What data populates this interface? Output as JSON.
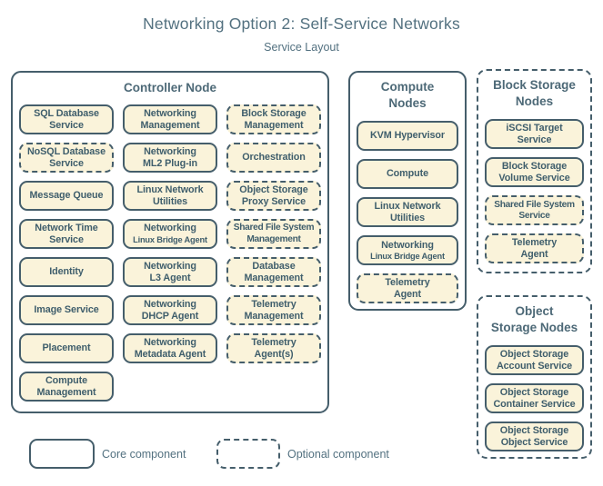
{
  "page": {
    "title": "Networking Option 2: Self-Service Networks",
    "subtitle": "Service Layout"
  },
  "colors": {
    "fill": "#FAF3DA",
    "line": "#455E6B",
    "text": "#3F5E6C",
    "grouptitle": "#4D6977",
    "heading": "#537180"
  },
  "groups": {
    "controller": {
      "title": "Controller Node",
      "type": "core",
      "columns": [
        [
          {
            "label": "SQL Database\nService",
            "type": "core"
          },
          {
            "label": "NoSQL Database\nService",
            "type": "optional"
          },
          {
            "label": "Message Queue",
            "type": "core"
          },
          {
            "label": "Network Time\nService",
            "type": "core"
          },
          {
            "label": "Identity",
            "type": "core"
          },
          {
            "label": "Image Service",
            "type": "core"
          },
          {
            "label": "Placement",
            "type": "core"
          },
          {
            "label": "Compute\nManagement",
            "type": "core"
          }
        ],
        [
          {
            "label": "Networking\nManagement",
            "type": "core"
          },
          {
            "label": "Networking\nML2 Plug-in",
            "type": "core"
          },
          {
            "label": "Linux Network\nUtilities",
            "type": "core"
          },
          {
            "label": "Networking",
            "sublabel": "Linux Bridge Agent",
            "type": "core"
          },
          {
            "label": "Networking\nL3 Agent",
            "type": "core"
          },
          {
            "label": "Networking\nDHCP Agent",
            "type": "core"
          },
          {
            "label": "Networking\nMetadata Agent",
            "type": "core"
          }
        ],
        [
          {
            "label": "Block Storage\nManagement",
            "type": "optional"
          },
          {
            "label": "Orchestration",
            "type": "optional"
          },
          {
            "label": "Object Storage\nProxy Service",
            "type": "optional"
          },
          {
            "label": "Shared File System\nManagement",
            "type": "optional"
          },
          {
            "label": "Database\nManagement",
            "type": "optional"
          },
          {
            "label": "Telemetry\nManagement",
            "type": "optional"
          },
          {
            "label": "Telemetry\nAgent(s)",
            "type": "optional"
          }
        ]
      ]
    },
    "compute": {
      "title": "Compute\nNodes",
      "type": "core",
      "items": [
        {
          "label": "KVM Hypervisor",
          "type": "core"
        },
        {
          "label": "Compute",
          "type": "core"
        },
        {
          "label": "Linux Network\nUtilities",
          "type": "core"
        },
        {
          "label": "Networking",
          "sublabel": "Linux Bridge Agent",
          "type": "core"
        },
        {
          "label": "Telemetry\nAgent",
          "type": "optional"
        }
      ]
    },
    "block_storage": {
      "title": "Block Storage\nNodes",
      "type": "optional",
      "items": [
        {
          "label": "iSCSI Target\nService",
          "type": "core"
        },
        {
          "label": "Block Storage\nVolume Service",
          "type": "core"
        },
        {
          "label": "Shared File System\nService",
          "type": "optional"
        },
        {
          "label": "Telemetry\nAgent",
          "type": "optional"
        }
      ]
    },
    "object_storage": {
      "title": "Object\nStorage Nodes",
      "type": "optional",
      "items": [
        {
          "label": "Object Storage\nAccount Service",
          "type": "core"
        },
        {
          "label": "Object Storage\nContainer Service",
          "type": "core"
        },
        {
          "label": "Object Storage\nObject Service",
          "type": "core"
        }
      ]
    }
  },
  "legend": {
    "core_label": "Core component",
    "optional_label": "Optional component"
  }
}
